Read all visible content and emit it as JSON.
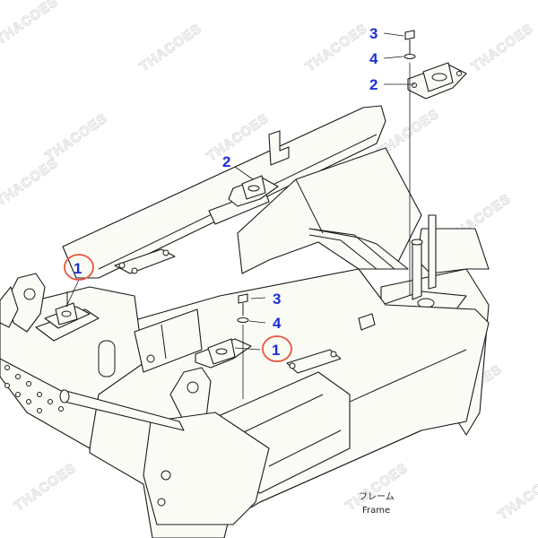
{
  "watermark": "THACOES",
  "caption": {
    "jp": "フレーム",
    "en": "Frame"
  },
  "callouts": [
    {
      "id": "c3-top",
      "label": "3",
      "circled": false
    },
    {
      "id": "c4-top",
      "label": "4",
      "circled": false
    },
    {
      "id": "c2-top",
      "label": "2",
      "circled": false
    },
    {
      "id": "c2-mid",
      "label": "2",
      "circled": false
    },
    {
      "id": "c1-left",
      "label": "1",
      "circled": true
    },
    {
      "id": "c3-mid",
      "label": "3",
      "circled": false
    },
    {
      "id": "c4-mid",
      "label": "4",
      "circled": false
    },
    {
      "id": "c1-mid",
      "label": "1",
      "circled": true
    }
  ],
  "colors": {
    "callout": "#1a2fd6",
    "circle": "#e8553a",
    "watermark": "#d4d4d4",
    "line": "#1a1a1a"
  }
}
